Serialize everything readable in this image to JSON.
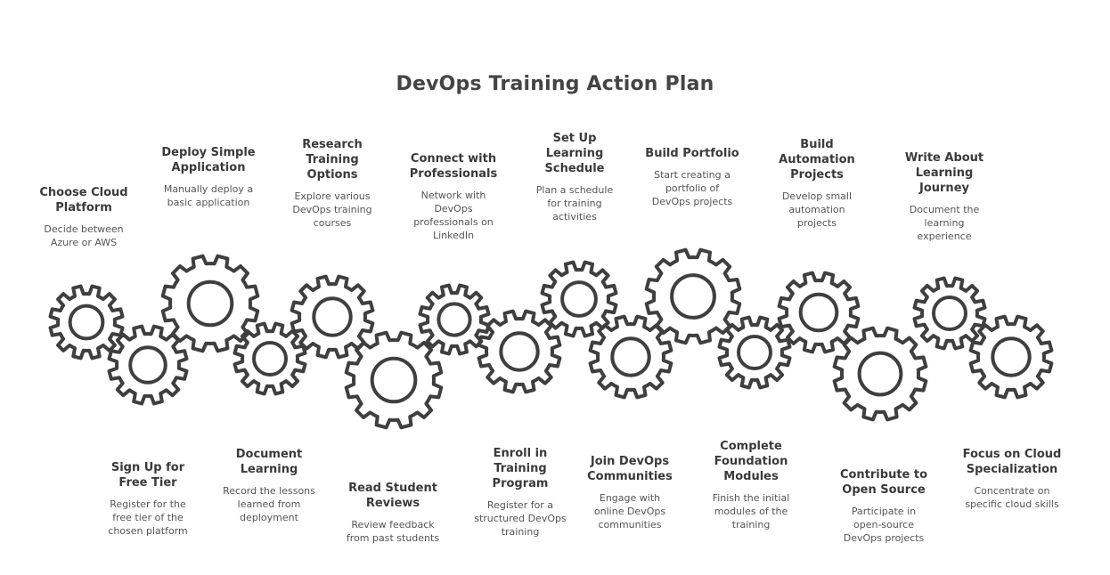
{
  "title": "DevOps Training Action Plan",
  "steps": [
    {
      "title": "Choose Cloud\nPlatform",
      "desc": "Decide between\nAzure or AWS"
    },
    {
      "title": "Sign Up for\nFree Tier",
      "desc": "Register for the\nfree tier of the\nchosen platform"
    },
    {
      "title": "Deploy Simple\nApplication",
      "desc": "Manually deploy a\nbasic application"
    },
    {
      "title": "Document\nLearning",
      "desc": "Record the lessons\nlearned from\ndeployment"
    },
    {
      "title": "Research\nTraining\nOptions",
      "desc": "Explore various\nDevOps training\ncourses"
    },
    {
      "title": "Read Student\nReviews",
      "desc": "Review feedback\nfrom past students"
    },
    {
      "title": "Connect with\nProfessionals",
      "desc": "Network with\nDevOps\nprofessionals on\nLinkedIn"
    },
    {
      "title": "Enroll in\nTraining\nProgram",
      "desc": "Register for a\nstructured DevOps\ntraining"
    },
    {
      "title": "Set Up\nLearning\nSchedule",
      "desc": "Plan a schedule\nfor training\nactivities"
    },
    {
      "title": "Join DevOps\nCommunities",
      "desc": "Engage with\nonline DevOps\ncommunities"
    },
    {
      "title": "Build Portfolio",
      "desc": "Start creating a\nportfolio of\nDevOps projects"
    },
    {
      "title": "Complete\nFoundation\nModules",
      "desc": "Finish the initial\nmodules of the\ntraining"
    },
    {
      "title": "Build\nAutomation\nProjects",
      "desc": "Develop small\nautomation\nprojects"
    },
    {
      "title": "Contribute to\nOpen Source",
      "desc": "Participate in\nopen-source\nDevOps projects"
    },
    {
      "title": "Write About\nLearning\nJourney",
      "desc": "Document the\nlearning\nexperience"
    },
    {
      "title": "Focus on Cloud\nSpecialization",
      "desc": "Concentrate on\nspecific cloud skills"
    }
  ]
}
